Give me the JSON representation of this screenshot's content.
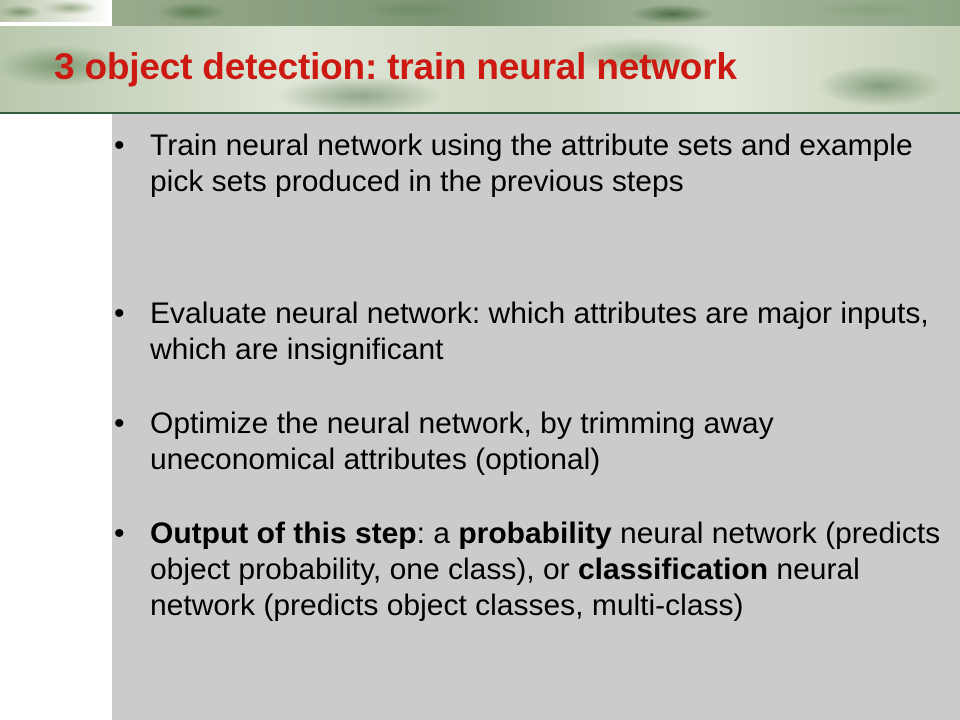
{
  "slide": {
    "title": "3 object detection: train neural network",
    "bullet_glyph": "•",
    "bullets": [
      {
        "text": "Train neural network using the attribute sets and example pick sets produced in the previous steps"
      },
      {
        "text": "Evaluate neural network: which attributes are major inputs, which are insignificant"
      },
      {
        "text": "Optimize the neural network, by trimming away uneconomical attributes (optional)"
      },
      {
        "part1_bold": "Output of this step",
        "part2": ": a ",
        "part3_bold": "probability",
        "part4": " neural network (predicts object probability, one class), or ",
        "part5_bold": "classification",
        "part6": " neural network (predicts object classes, multi-class)"
      }
    ],
    "colors": {
      "title": "#cc1a12",
      "body_text": "#000000",
      "content_background": "#cbcbcb",
      "title_rule": "#2f5c3a"
    }
  }
}
